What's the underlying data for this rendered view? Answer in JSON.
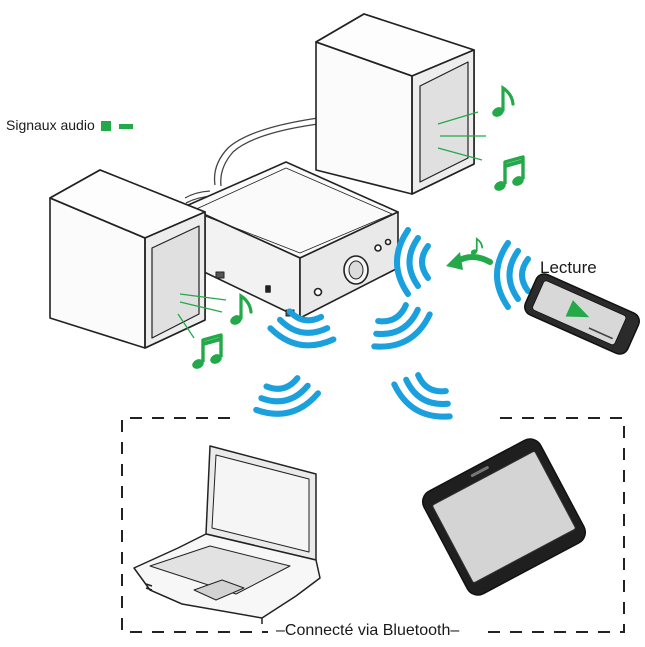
{
  "labels": {
    "audio_signals": "Signaux audio",
    "playback": "Lecture",
    "connected_via": "Connecté via Bluetooth"
  },
  "colors": {
    "accent_green": "#23a94a",
    "wave_blue": "#1aa0dc",
    "line": "#222222",
    "panel_gray": "#e6e6e6"
  },
  "icons": [
    "music-note-icon",
    "double-music-note-icon",
    "bluetooth-wave-icon",
    "play-icon"
  ]
}
